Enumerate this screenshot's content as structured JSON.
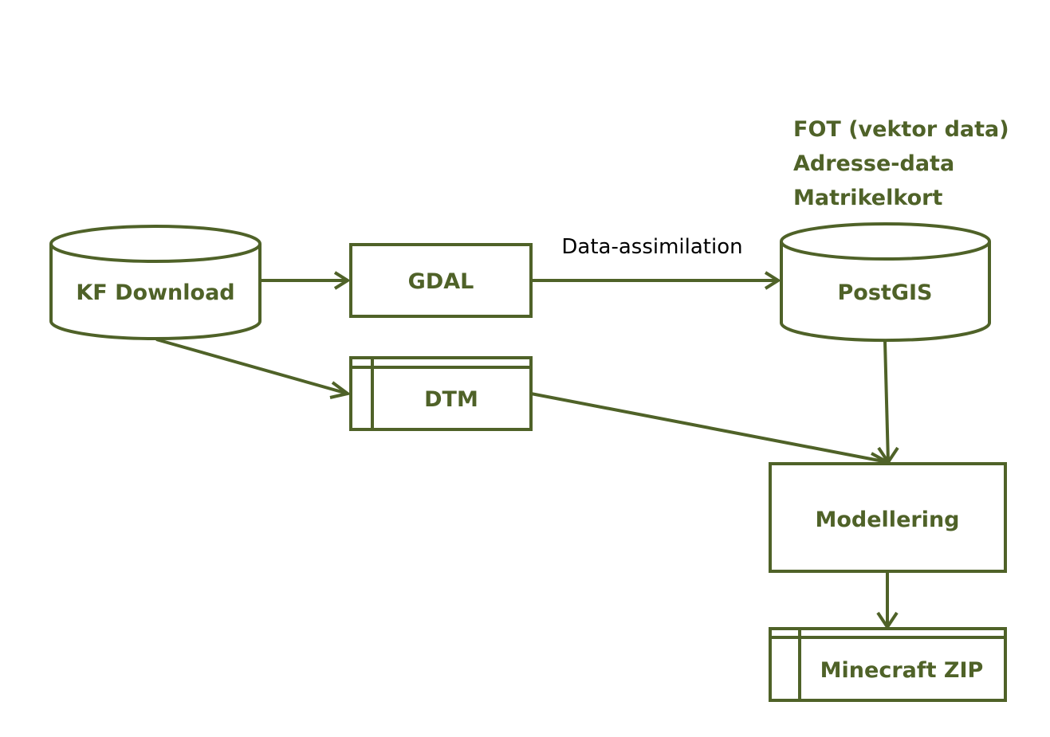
{
  "colors": {
    "accent": "#4f6228",
    "edge_label": "#000000",
    "background": "#ffffff"
  },
  "nodes": {
    "kf_download": {
      "label": "KF Download",
      "shape": "database"
    },
    "gdal": {
      "label": "GDAL",
      "shape": "process"
    },
    "dtm": {
      "label": "DTM",
      "shape": "internal-storage"
    },
    "postgis": {
      "label": "PostGIS",
      "shape": "database"
    },
    "modellering": {
      "label": "Modellering",
      "shape": "process"
    },
    "minecraft_zip": {
      "label": "Minecraft ZIP",
      "shape": "internal-storage"
    }
  },
  "annotations": {
    "postgis_sources": [
      "FOT (vektor data)",
      "Adresse-data",
      "Matrikelkort"
    ]
  },
  "edges": [
    {
      "from": "kf_download",
      "to": "gdal",
      "label": ""
    },
    {
      "from": "gdal",
      "to": "postgis",
      "label": "Data-assimilation"
    },
    {
      "from": "kf_download",
      "to": "dtm",
      "label": ""
    },
    {
      "from": "dtm",
      "to": "modellering",
      "label": ""
    },
    {
      "from": "postgis",
      "to": "modellering",
      "label": ""
    },
    {
      "from": "modellering",
      "to": "minecraft_zip",
      "label": ""
    }
  ]
}
